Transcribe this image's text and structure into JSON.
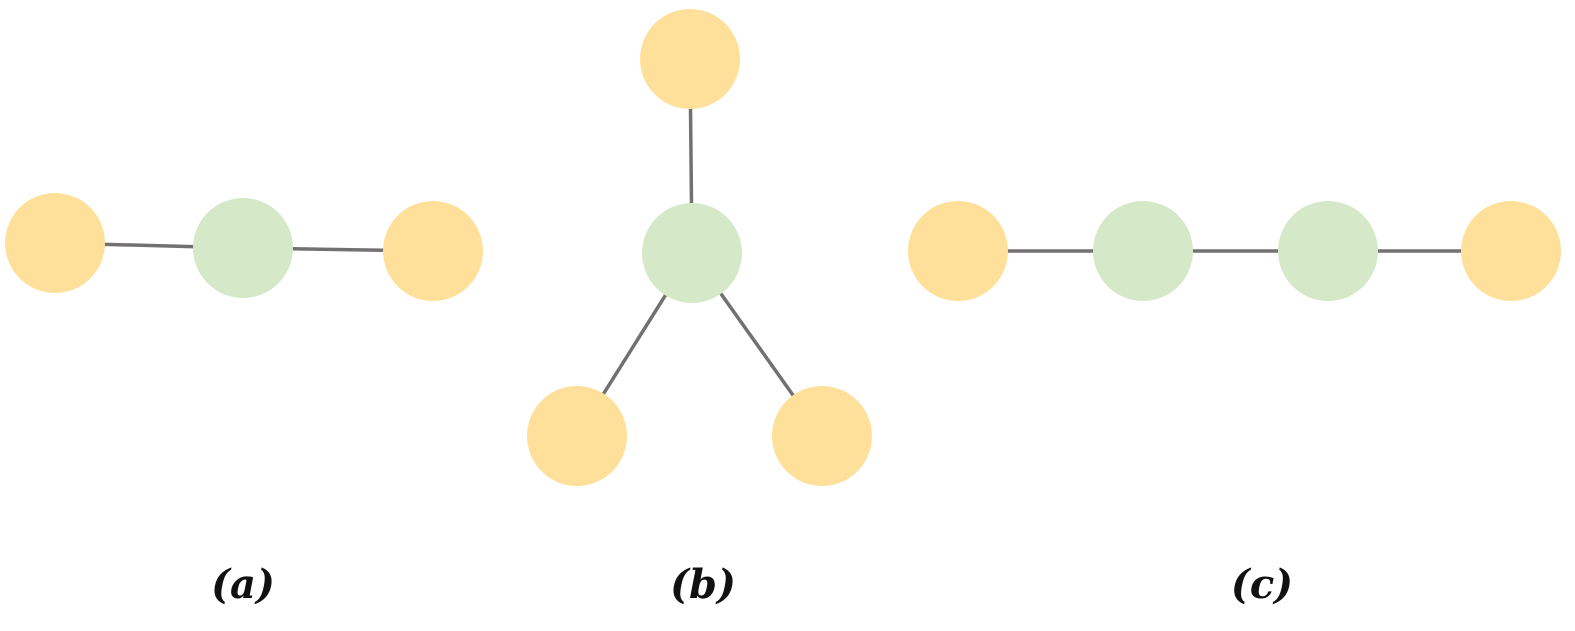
{
  "colors": {
    "leaf_node": "#FFE09A",
    "core_node": "#D5E9C8",
    "edge": "#737070",
    "label": "#111111"
  },
  "panels": [
    {
      "id": "a",
      "label": "(a)",
      "nodes": [
        {
          "id": "a1",
          "kind": "leaf"
        },
        {
          "id": "a2",
          "kind": "core"
        },
        {
          "id": "a3",
          "kind": "leaf"
        }
      ],
      "edges": [
        [
          "a1",
          "a2"
        ],
        [
          "a2",
          "a3"
        ]
      ]
    },
    {
      "id": "b",
      "label": "(b)",
      "nodes": [
        {
          "id": "b1",
          "kind": "leaf"
        },
        {
          "id": "b2",
          "kind": "core"
        },
        {
          "id": "b3",
          "kind": "leaf"
        },
        {
          "id": "b4",
          "kind": "leaf"
        }
      ],
      "edges": [
        [
          "b1",
          "b2"
        ],
        [
          "b2",
          "b3"
        ],
        [
          "b2",
          "b4"
        ]
      ]
    },
    {
      "id": "c",
      "label": "(c)",
      "nodes": [
        {
          "id": "c1",
          "kind": "leaf"
        },
        {
          "id": "c2",
          "kind": "core"
        },
        {
          "id": "c3",
          "kind": "core"
        },
        {
          "id": "c4",
          "kind": "leaf"
        }
      ],
      "edges": [
        [
          "c1",
          "c2"
        ],
        [
          "c2",
          "c3"
        ],
        [
          "c3",
          "c4"
        ]
      ]
    }
  ]
}
